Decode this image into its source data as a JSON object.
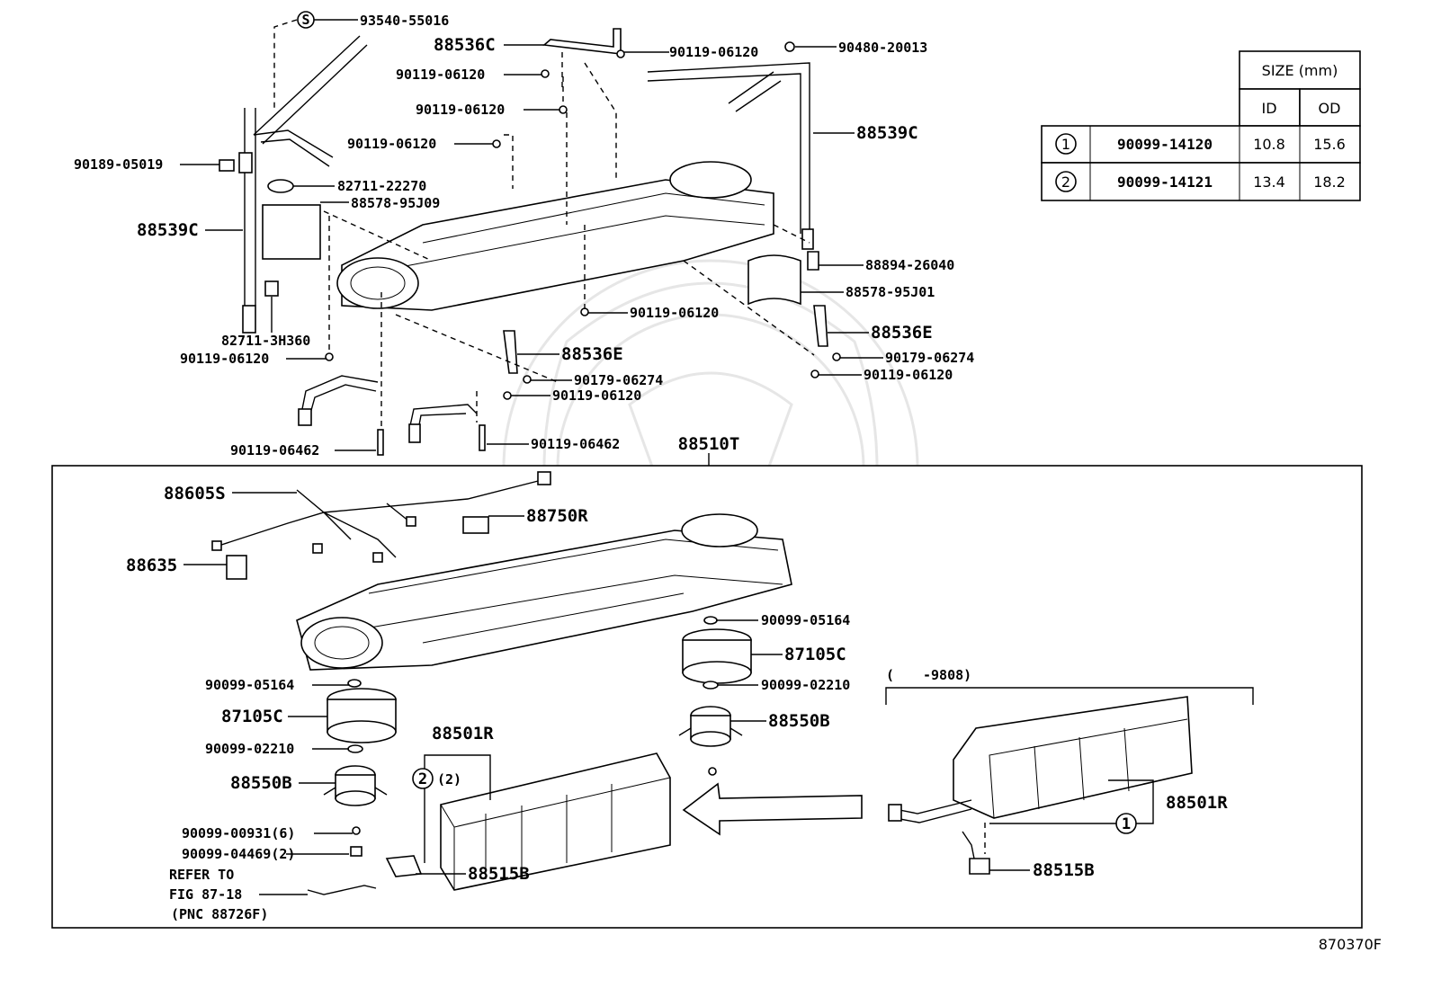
{
  "diagram_id": "870370F",
  "size_table": {
    "header": "SIZE (mm)",
    "col_id": "ID",
    "col_od": "OD",
    "rows": [
      {
        "mark": "1",
        "part": "90099-14120",
        "id": "10.8",
        "od": "15.6"
      },
      {
        "mark": "2",
        "part": "90099-14121",
        "id": "13.4",
        "od": "18.2"
      }
    ]
  },
  "labels": {
    "s_mark": "S",
    "p93540": "93540-55016",
    "p88536C": "88536C",
    "p90119_a": "90119-06120",
    "p90119_b": "90119-06120",
    "p90119_c": "90119-06120",
    "p90119_d": "90119-06120",
    "p90480": "90480-20013",
    "p88539C_r": "88539C",
    "p90189": "90189-05019",
    "p82711_22270": "82711-22270",
    "p88578_95J09": "88578-95J09",
    "p88539C_l": "88539C",
    "p88894": "88894-26040",
    "p88578_95J01": "88578-95J01",
    "p90119_e": "90119-06120",
    "p88536E_r": "88536E",
    "p90179_r": "90179-06274",
    "p90119_f": "90119-06120",
    "p82711_3H360": "82711-3H360",
    "p90119_g": "90119-06120",
    "p88536E_m": "88536E",
    "p90179_m": "90179-06274",
    "p90119_h": "90119-06120",
    "p90119_06462_l": "90119-06462",
    "p90119_06462_r": "90119-06462",
    "p88510T": "88510T",
    "p88605S": "88605S",
    "p88750R": "88750R",
    "p88635": "88635",
    "p90099_05164_r": "90099-05164",
    "p87105C_r": "87105C",
    "p90099_02210_r": "90099-02210",
    "p88550B_r": "88550B",
    "p90099_05164_l": "90099-05164",
    "p87105C_l": "87105C",
    "p90099_02210_l": "90099-02210",
    "p88550B_l": "88550B",
    "p88501R_m": "88501R",
    "p2_mark": "2",
    "p2_qty": "(2)",
    "p90099_00931": "90099-00931(6)",
    "p90099_04469": "90099-04469(2)",
    "p88515B_m": "88515B",
    "refer1": "REFER TO",
    "refer2": "FIG 87-18",
    "refer3": "(PNC 88726F)",
    "range_open": "(",
    "range_end": "-9808)",
    "p88501R_r": "88501R",
    "p1_mark": "1",
    "p88515B_r": "88515B"
  }
}
